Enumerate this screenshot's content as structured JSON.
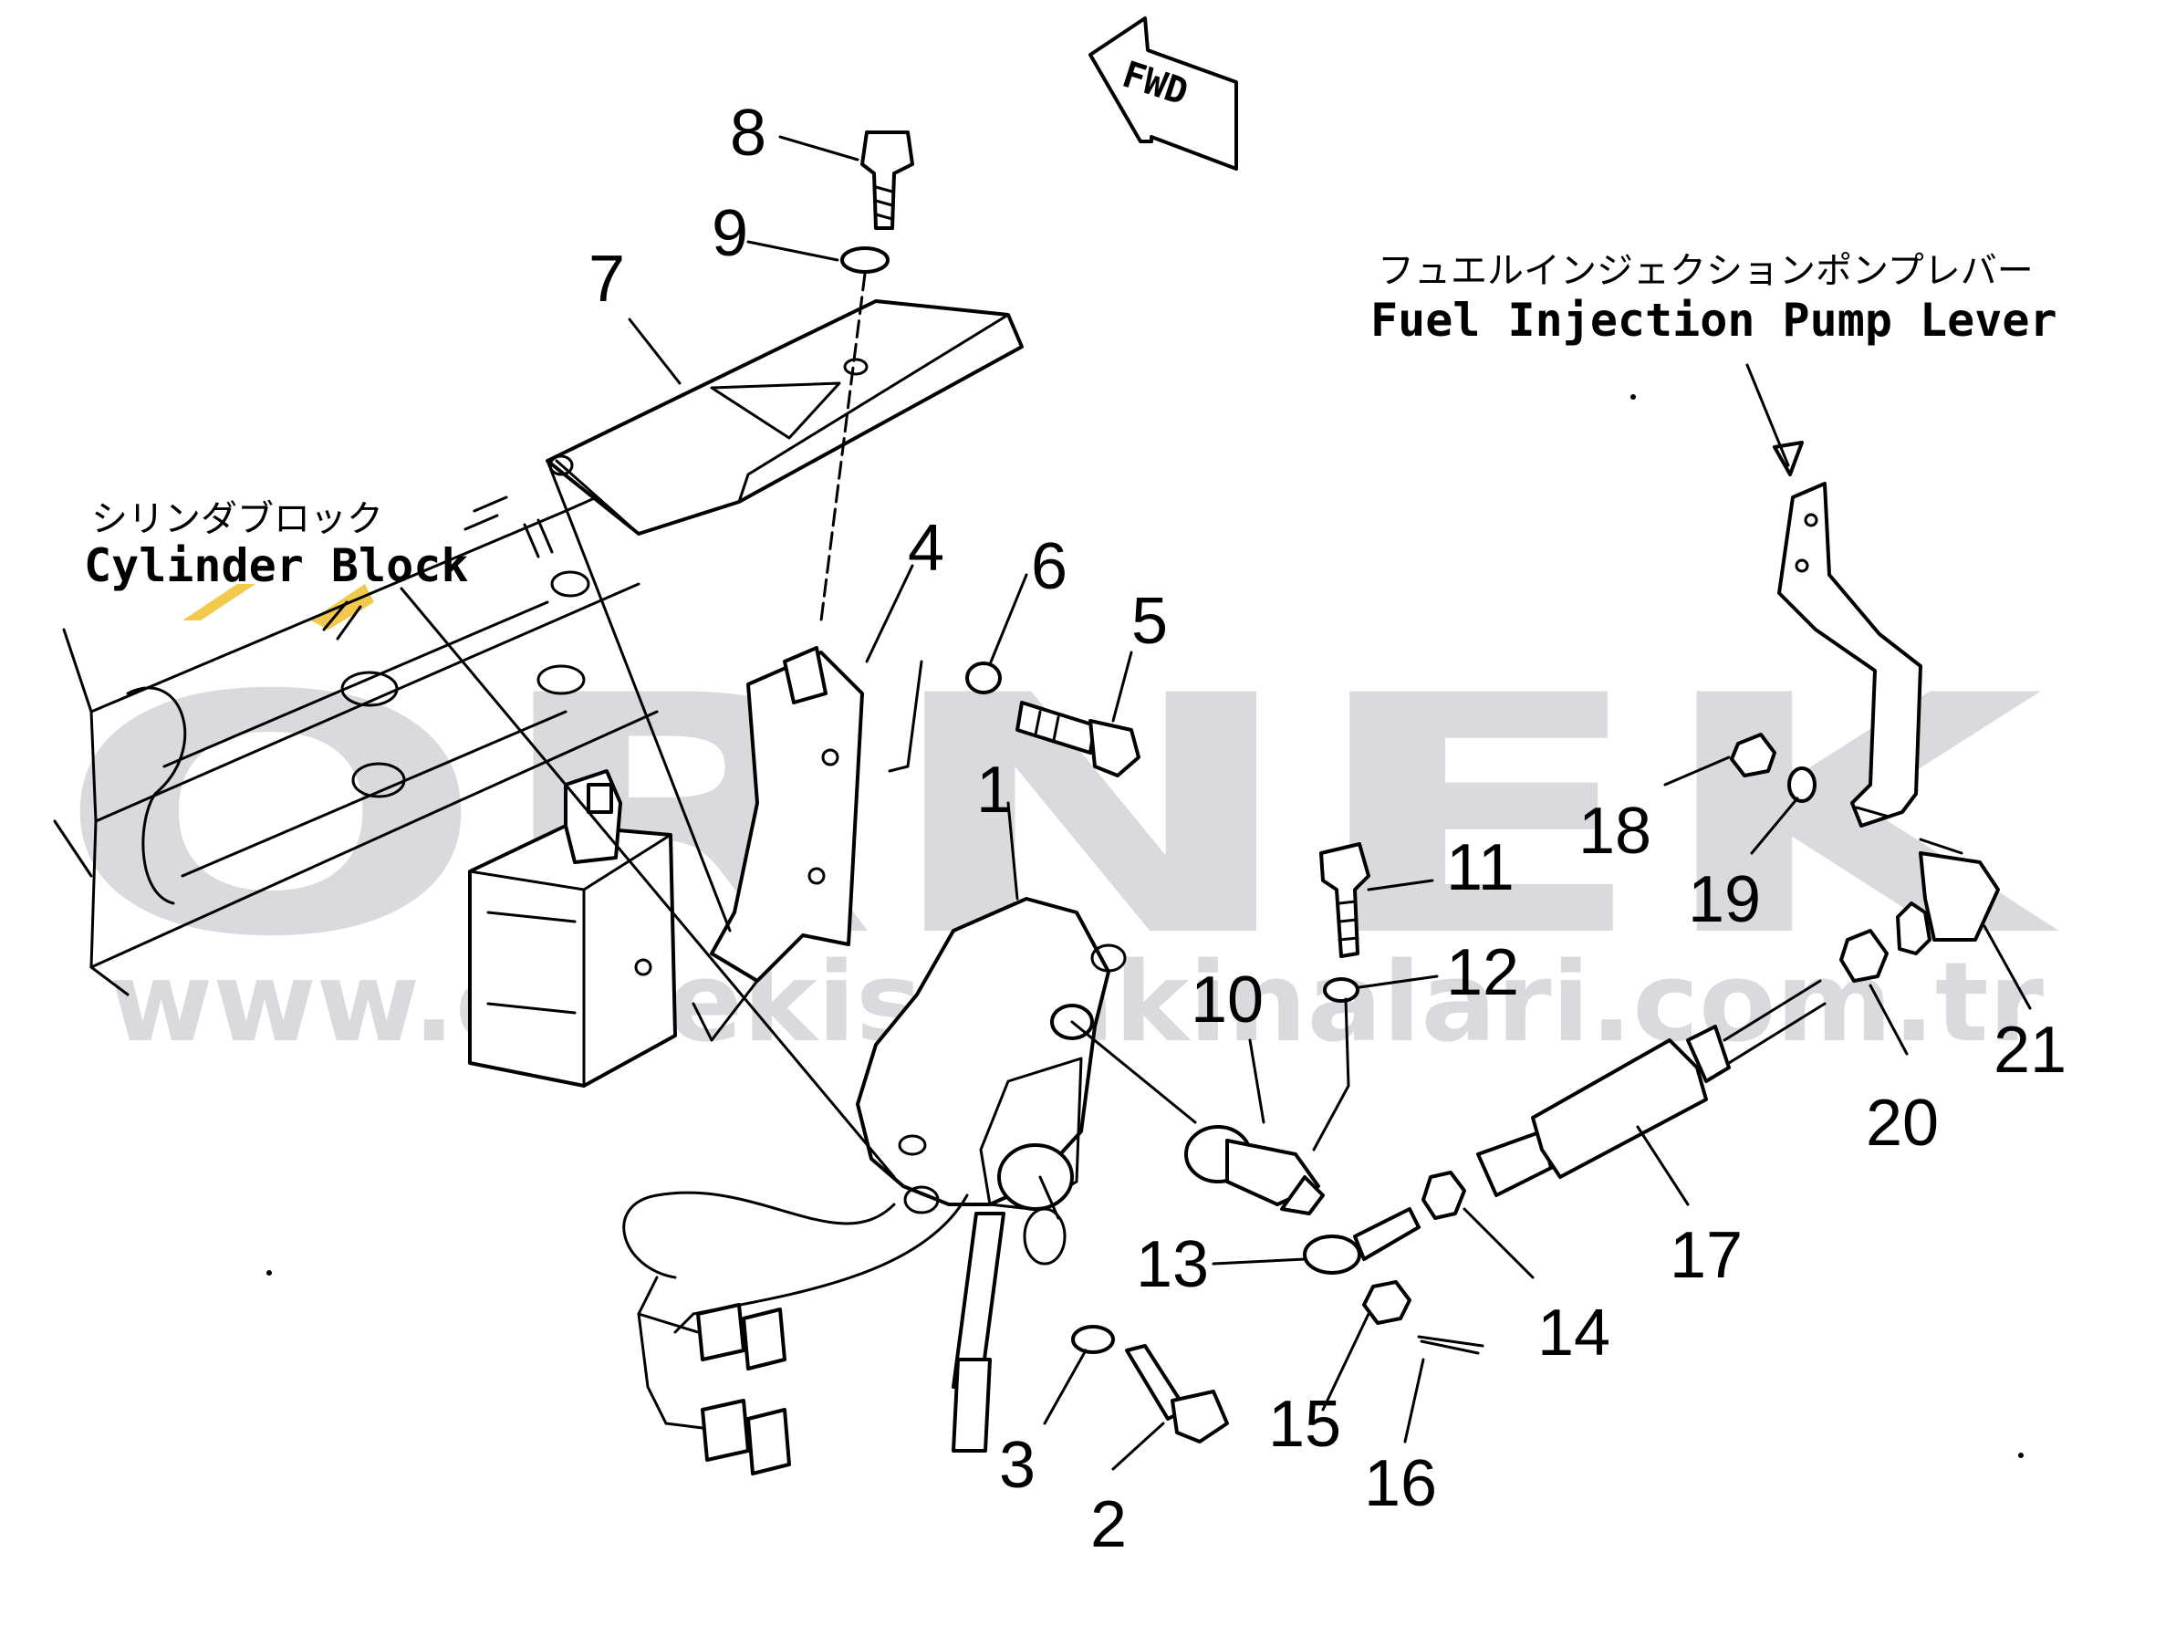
{
  "watermark": {
    "brand": "ORNEK",
    "url": "www.ornekismakinalari.com.tr",
    "color": "#d9d9de",
    "accent": "#f2c94c"
  },
  "direction": {
    "label": "FWD"
  },
  "captions": {
    "cylinder_block": {
      "jp": "シリンダブロック",
      "en": "Cylinder Block"
    },
    "pump_lever": {
      "jp": "フュエルインジェクションポンプレバー",
      "en": "Fuel Injection Pump Lever"
    }
  },
  "callouts": [
    "1",
    "2",
    "3",
    "4",
    "5",
    "6",
    "7",
    "8",
    "9",
    "10",
    "11",
    "12",
    "13",
    "14",
    "15",
    "16",
    "17",
    "18",
    "19",
    "20",
    "21"
  ]
}
